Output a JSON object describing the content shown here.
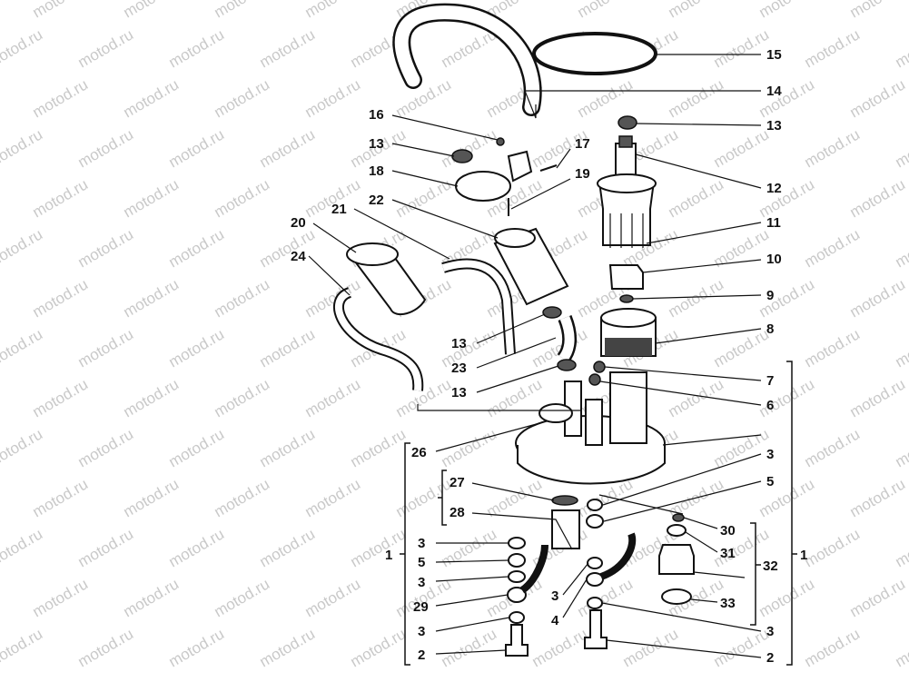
{
  "watermark": "motod.ru",
  "labels": {
    "p1_left": "1",
    "p1_right": "1",
    "p2_left": "2",
    "p2_right": "2",
    "p3_a": "3",
    "p3_b": "3",
    "p3_c": "3",
    "p3_d": "3",
    "p3_e": "3",
    "p3_f": "3",
    "p4": "4",
    "p5_left": "5",
    "p5_right": "5",
    "p6": "6",
    "p7": "7",
    "p8": "8",
    "p9": "9",
    "p10": "10",
    "p11": "11",
    "p12": "12",
    "p13_a": "13",
    "p13_b": "13",
    "p13_c": "13",
    "p13_d": "13",
    "p14": "14",
    "p15": "15",
    "p16": "16",
    "p17": "17",
    "p18": "18",
    "p19": "19",
    "p20": "20",
    "p21": "21",
    "p22": "22",
    "p23": "23",
    "p24": "24",
    "p26": "26",
    "p27": "27",
    "p28": "28",
    "p29": "29",
    "p30": "30",
    "p31": "31",
    "p32": "32",
    "p33": "33"
  }
}
